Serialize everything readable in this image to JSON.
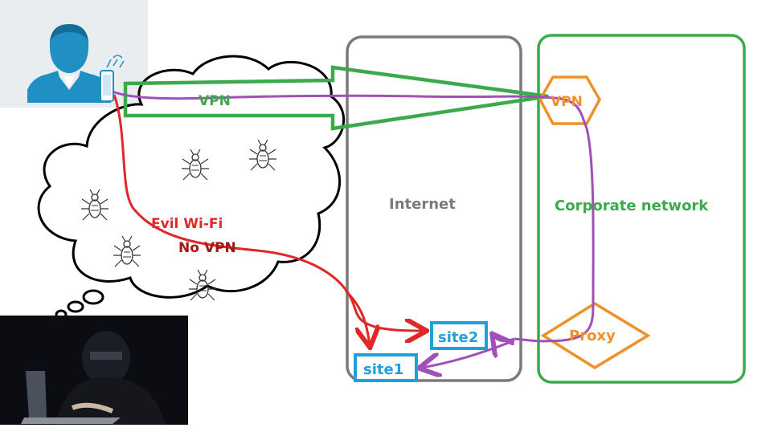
{
  "diagram": {
    "vpn_tunnel_label": "VPN",
    "internet_label": "Internet",
    "corporate_label": "Corporate network",
    "vpn_gateway_label": "VPN",
    "proxy_label": "Proxy",
    "evil_wifi_label": "Evil Wi-Fi",
    "no_vpn_label": "No VPN",
    "site1_label": "site1",
    "site2_label": "site2"
  },
  "colors": {
    "green": "#3aaa4a",
    "gray": "#7a7a7a",
    "orange": "#f0902a",
    "purple": "#a050b8",
    "red": "#e02828",
    "darkred": "#a01818",
    "blue": "#20a0d8",
    "userblue": "#1f8fc4"
  },
  "icons": [
    "user-with-phone-icon",
    "wifi-icon",
    "hacker-photo",
    "bug-icon"
  ]
}
